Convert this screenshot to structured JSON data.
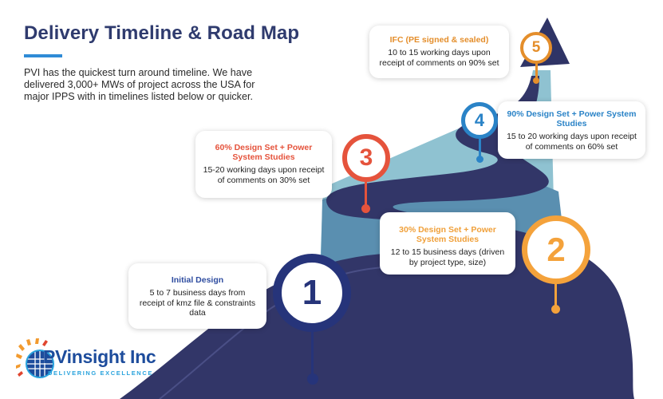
{
  "header": {
    "title": "Delivery Timeline & Road Map",
    "intro": "PVI has the quickest turn around timeline. We have delivered 3,000+ MWs of project across the USA for major IPPS with in timelines listed below or quicker."
  },
  "colors": {
    "navy": "#2f3b6e",
    "orange": "#f4a23b",
    "red": "#e5533c",
    "blue": "#2a83c7",
    "amber": "#e48e2b",
    "road": "#34386a",
    "road_light": "#8ec1d0"
  },
  "stages": [
    {
      "number": "1",
      "title": "Initial Design",
      "body": "5 to 7 business days from receipt of kmz file & constraints data"
    },
    {
      "number": "2",
      "title": "30% Design Set + Power System Studies",
      "body": "12 to 15 business days (driven by project type, size)"
    },
    {
      "number": "3",
      "title": "60% Design Set + Power System Studies",
      "body": "15-20 working days upon receipt of comments on 30% set"
    },
    {
      "number": "4",
      "title": "90% Design Set + Power System Studies",
      "body": "15 to 20 working days upon receipt of comments on 60% set"
    },
    {
      "number": "5",
      "title": "IFC (PE signed & sealed)",
      "body": "10 to 15 working days upon receipt of comments on 90% set"
    }
  ],
  "logo": {
    "name": "PVinsight Inc",
    "tagline": "DELIVERING EXCELLENCE",
    "icon": "sun-globe-logo-icon"
  }
}
